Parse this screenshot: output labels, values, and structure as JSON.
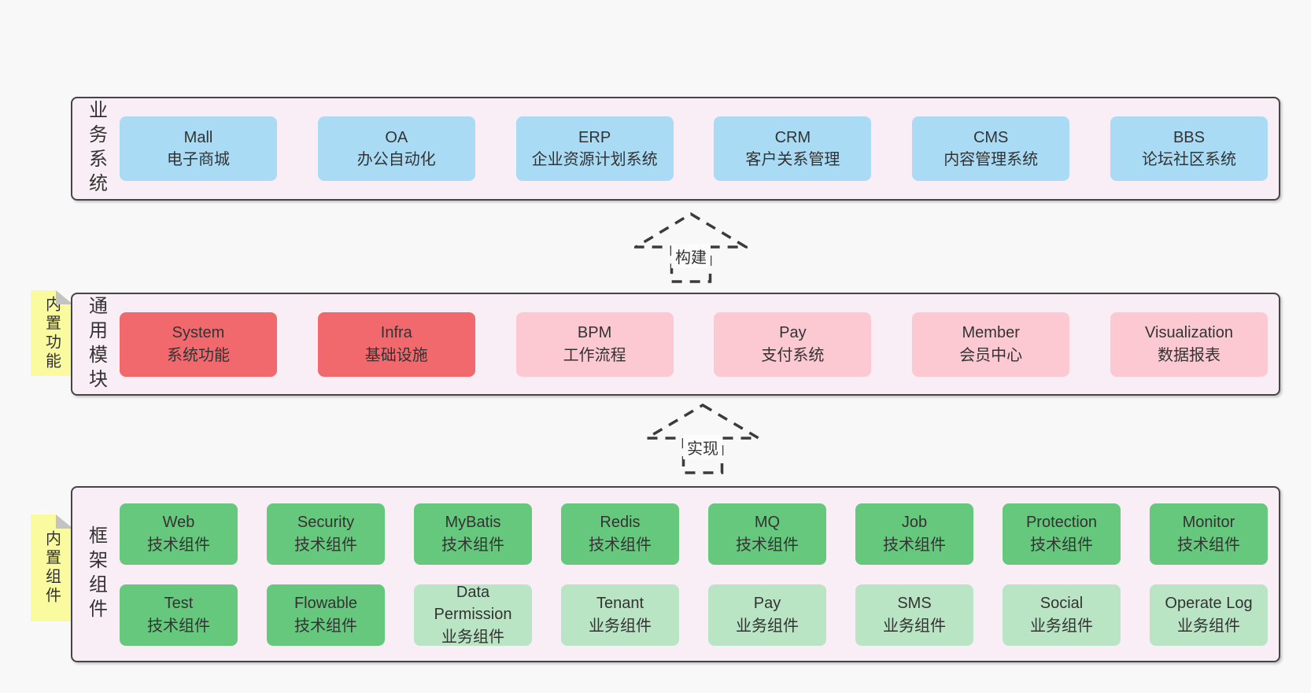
{
  "colors": {
    "page_background": "#f8f8f8",
    "layer_background": "#f9edf6",
    "layer_border": "#454545",
    "business_system_box": "#a9dbf5",
    "core_module_box": "#f1696d",
    "extra_module_box": "#fcc9d2",
    "tech_component_box": "#66c87d",
    "biz_component_box": "#b9e5c4",
    "sticky_note": "#fafa9e",
    "sticky_fold": "#c3c3c3",
    "text": "#333333"
  },
  "arrows": [
    {
      "label": "构建"
    },
    {
      "label": "实现"
    }
  ],
  "layer1": {
    "label": "业务系统",
    "boxes": [
      {
        "title": "Mall",
        "subtitle": "电子商城"
      },
      {
        "title": "OA",
        "subtitle": "办公自动化"
      },
      {
        "title": "ERP",
        "subtitle": "企业资源计划系统"
      },
      {
        "title": "CRM",
        "subtitle": "客户关系管理"
      },
      {
        "title": "CMS",
        "subtitle": "内容管理系统"
      },
      {
        "title": "BBS",
        "subtitle": "论坛社区系统"
      }
    ]
  },
  "layer2": {
    "label": "通用模块",
    "sticky": "内置功能",
    "boxes": [
      {
        "title": "System",
        "subtitle": "系统功能",
        "variant": "red"
      },
      {
        "title": "Infra",
        "subtitle": "基础设施",
        "variant": "red"
      },
      {
        "title": "BPM",
        "subtitle": "工作流程",
        "variant": "pink"
      },
      {
        "title": "Pay",
        "subtitle": "支付系统",
        "variant": "pink"
      },
      {
        "title": "Member",
        "subtitle": "会员中心",
        "variant": "pink"
      },
      {
        "title": "Visualization",
        "subtitle": "数据报表",
        "variant": "pink"
      }
    ]
  },
  "layer3": {
    "label": "框架组件",
    "sticky": "内置组件",
    "row1": [
      {
        "title": "Web",
        "subtitle": "技术组件",
        "variant": "green"
      },
      {
        "title": "Security",
        "subtitle": "技术组件",
        "variant": "green"
      },
      {
        "title": "MyBatis",
        "subtitle": "技术组件",
        "variant": "green"
      },
      {
        "title": "Redis",
        "subtitle": "技术组件",
        "variant": "green"
      },
      {
        "title": "MQ",
        "subtitle": "技术组件",
        "variant": "green"
      },
      {
        "title": "Job",
        "subtitle": "技术组件",
        "variant": "green"
      },
      {
        "title": "Protection",
        "subtitle": "技术组件",
        "variant": "green"
      },
      {
        "title": "Monitor",
        "subtitle": "技术组件",
        "variant": "green"
      }
    ],
    "row2": [
      {
        "title": "Test",
        "subtitle": "技术组件",
        "variant": "green"
      },
      {
        "title": "Flowable",
        "subtitle": "技术组件",
        "variant": "green"
      },
      {
        "title": "Data Permission",
        "subtitle": "业务组件",
        "variant": "lightgreen"
      },
      {
        "title": "Tenant",
        "subtitle": "业务组件",
        "variant": "lightgreen"
      },
      {
        "title": "Pay",
        "subtitle": "业务组件",
        "variant": "lightgreen"
      },
      {
        "title": "SMS",
        "subtitle": "业务组件",
        "variant": "lightgreen"
      },
      {
        "title": "Social",
        "subtitle": "业务组件",
        "variant": "lightgreen"
      },
      {
        "title": "Operate Log",
        "subtitle": "业务组件",
        "variant": "lightgreen"
      }
    ]
  }
}
